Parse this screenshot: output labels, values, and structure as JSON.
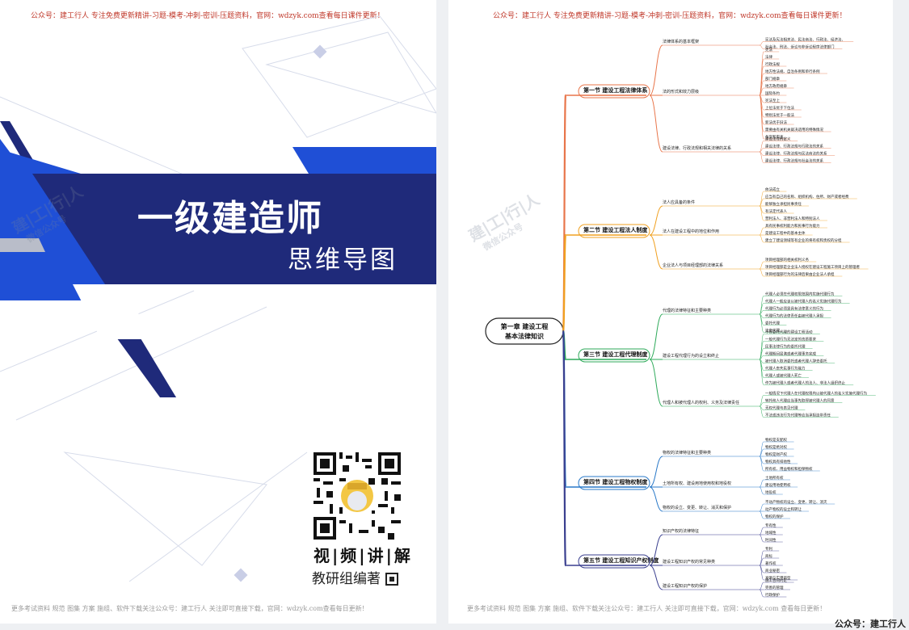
{
  "left_page": {
    "header": "公众号：建工行人 专注免费更新精讲-习题-模考-冲刺-密训-压题资料，官网：wdzyk.com查看每日课件更新！",
    "title": "一级建造师",
    "subtitle": "思维导图",
    "watermark_brand": "建|工|行|人",
    "watermark_sub": "微信公众号",
    "video_label": "视|频|讲|解",
    "author": "教研组编著",
    "footer": "更多考试资料 规范 图集 方案 施组、软件下载关注公众号：建工行人 关注即可直接下载，官网：wdzyk.com查看每日更新！"
  },
  "right_page": {
    "header": "公众号：建工行人 专注免费更新精讲-习题-模考-冲刺-密训-压题资料，官网：wdzyk.com查看每日课件更新！",
    "watermark_brand": "建|工|行|人",
    "watermark_sub": "微信公众号",
    "footer": "更多考试资料 规范 图集 方案 施组、软件下载关注公众号：建工行人 关注即可直接下载，官网：wdzyk.com 查看每日更新！",
    "mindmap": {
      "root": "第一章 建设工程基本法律知识",
      "sections": [
        {
          "label": "第一节 建设工程法律体系",
          "color": "#e8754a",
          "branches": [
            {
              "label": "法律体系的基本框架",
              "leaves": [
                "宪法及宪法相关法、民法商法、行政法、经济法、",
                "社会法、刑法、诉讼与非诉讼程序法律部门"
              ]
            },
            {
              "label": "法的形式和效力层级",
              "leaves": [
                "宪法",
                "法律",
                "行政法规",
                "地方性法规、自治条例和单行条例",
                "部门规章",
                "地方政府规章",
                "国际条约",
                "宪法至上",
                "上位法优于下位法",
                "特别法优于一般法",
                "新法优于旧法",
                "需要由有关机关裁决适用的特殊情况",
                "备案和审查"
              ]
            },
            {
              "label": "建设法律、行政法规和相关法律的关系",
              "leaves": [
                "建设法律的定义",
                "建设法律、行政法规与行政法的关系",
                "建设法律、行政法规与民法商法的关系",
                "建设法律、行政法规与社会法的关系"
              ]
            }
          ]
        },
        {
          "label": "第二节 建设工程法人制度",
          "color": "#f0a020",
          "branches": [
            {
              "label": "法人应具备的条件",
              "leaves": [
                "依法成立",
                "应当有自己的名称、组织机构、住所、财产或者经费",
                "能够独立承担民事责任",
                "有法定代表人",
                "营利法人、非营利法人和特别法人"
              ]
            },
            {
              "label": "法人在建设工程中的地位和作用",
              "leaves": [
                "具有民事权利能力和民事行为能力",
                "是建设工程中的基本主体",
                "建立了建设领域等有企业的将有权和责权的分担"
              ]
            },
            {
              "label": "企业法人与项目经理部的法律关系",
              "leaves": [
                "项目经理部的相关权利义务",
                "项目经理部是企业法人授权在建设工程施工项目上的管理者",
                "项目经理部行为的法律后果由企业法人承担"
              ]
            }
          ]
        },
        {
          "label": "第三节 建设工程代理制度",
          "color": "#2eaa5a",
          "branches": [
            {
              "label": "代理的法律特征和主要种类",
              "leaves": [
                "代理人必须在代理权限范围内实施代理行为",
                "代理人一般应该以被代理人的名义实施代理行为",
                "代理行为必须是具有法律意义的行为",
                "代理行为的法律责任由被代理人承担",
                "委托代理",
                "法定代理"
              ]
            },
            {
              "label": "建设工程代理行为的设立和终止",
              "leaves": [
                "不得委托代理的建设工程活动",
                "一般代理行为无法定的资质要求",
                "民事法律行为的委托代理",
                "代理期间届满或者代理事务完成",
                "被代理人取消委托或者代理人辞去委托",
                "代理人丧失民事行为能力",
                "代理人或被代理人死亡",
                "作为被代理人或者代理人的法人、非法人组织终止"
              ]
            },
            {
              "label": "代理人和被代理人的权利、义务及法律责任",
              "leaves": [
                "一般情况下代理人在代理权限内以被代理人的名义实施代理行为",
                "转托他人代理应当事先取得被代理人的同意",
                "无权代理与表见代理",
                "不法或违法行为代理等应当承担连带责任"
              ]
            }
          ]
        },
        {
          "label": "第四节 建设工程物权制度",
          "color": "#2878c8",
          "branches": [
            {
              "label": "物权的法律特征和主要种类",
              "leaves": [
                "物权是支配权",
                "物权是绝对权",
                "物权是财产权",
                "物权具有排他性",
                "所有权、用益物权和担保物权"
              ]
            },
            {
              "label": "土地所有权、建设用地使用权和地役权",
              "leaves": [
                "土地所有权",
                "建设用地使用权",
                "地役权"
              ]
            },
            {
              "label": "物权的设立、变更、转让、消灭和保护",
              "leaves": [
                "不动产物权的设立、变更、转让、消灭",
                "动产物权的设立和转让",
                "物权的保护"
              ]
            }
          ]
        },
        {
          "label": "第五节 建设工程知识产权制度",
          "color": "#3a3f8f",
          "branches": [
            {
              "label": "知识产权的法律特征",
              "leaves": [
                "专有性",
                "地域性",
                "时间性"
              ]
            },
            {
              "label": "建设工程知识产权的常见种类",
              "leaves": [
                "专利",
                "商标",
                "著作权",
                "商业秘密",
                "发明与实用新型"
              ]
            },
            {
              "label": "建设工程知识产权的保护",
              "leaves": [
                "施工合同约定",
                "完善的管理",
                "行政保护"
              ]
            }
          ]
        }
      ]
    }
  },
  "page_brand": "公众号：建工行人",
  "colors": {
    "brand_navy": "#1f2a7a",
    "brand_blue": "#1f4fd6",
    "header_red": "#c0392b"
  }
}
